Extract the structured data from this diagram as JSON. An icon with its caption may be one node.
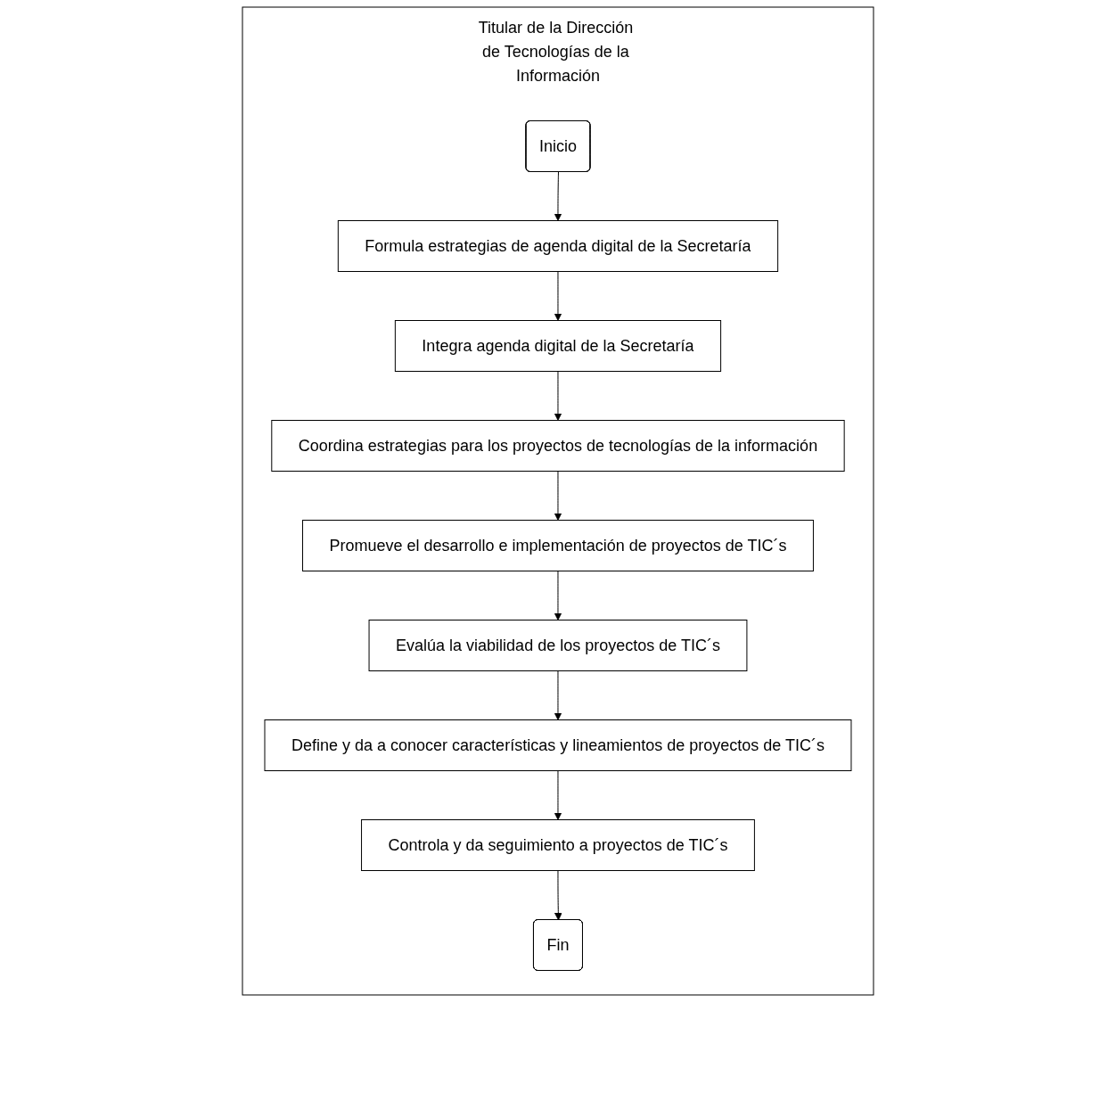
{
  "diagram": {
    "nodes": [
      {
        "text": [
          "Titular de la Dirección de Tecnologías de la Información"
        ]
      },
      {
        "text": [
          "Inicio"
        ],
        "in": 0
      },
      {
        "text": [
          "Formula estrategias de agenda digital de la Secretaría"
        ],
        "in": 0
      },
      {
        "text": [
          "Integra agenda digital de la Secretaría"
        ],
        "in": 0
      },
      {
        "text": [
          "Coordina estrategias para los proyectos de tecnologías de la información"
        ],
        "in": 0
      },
      {
        "text": [
          "Promueve el desarrollo e implementación de proyectos de TIC´s"
        ],
        "in": 0
      },
      {
        "text": [
          "Evalúa la viabilidad de los proyectos de TIC´s"
        ],
        "in": 0
      },
      {
        "text": [
          "Define y da a conocer características y lineamientos de proyectos de TIC´s"
        ],
        "in": 0
      },
      {
        "text": [
          "Controla y da seguimiento a proyectos de TIC´s"
        ],
        "in": 0
      },
      {
        "text": [
          "Fin"
        ],
        "in": 0
      }
    ],
    "edges": [
      {
        "from": 1,
        "to": 2,
        "arrow": "to"
      },
      {
        "from": 2,
        "to": 3,
        "arrow": "to"
      },
      {
        "from": 3,
        "to": 4,
        "arrow": "to"
      },
      {
        "from": 4,
        "to": 5,
        "arrow": "to"
      },
      {
        "from": 5,
        "to": 6,
        "arrow": "to"
      },
      {
        "from": 6,
        "to": 7,
        "arrow": "to"
      },
      {
        "from": 7,
        "to": 8,
        "arrow": "to"
      },
      {
        "from": 8,
        "to": 9,
        "arrow": "to"
      }
    ]
  }
}
